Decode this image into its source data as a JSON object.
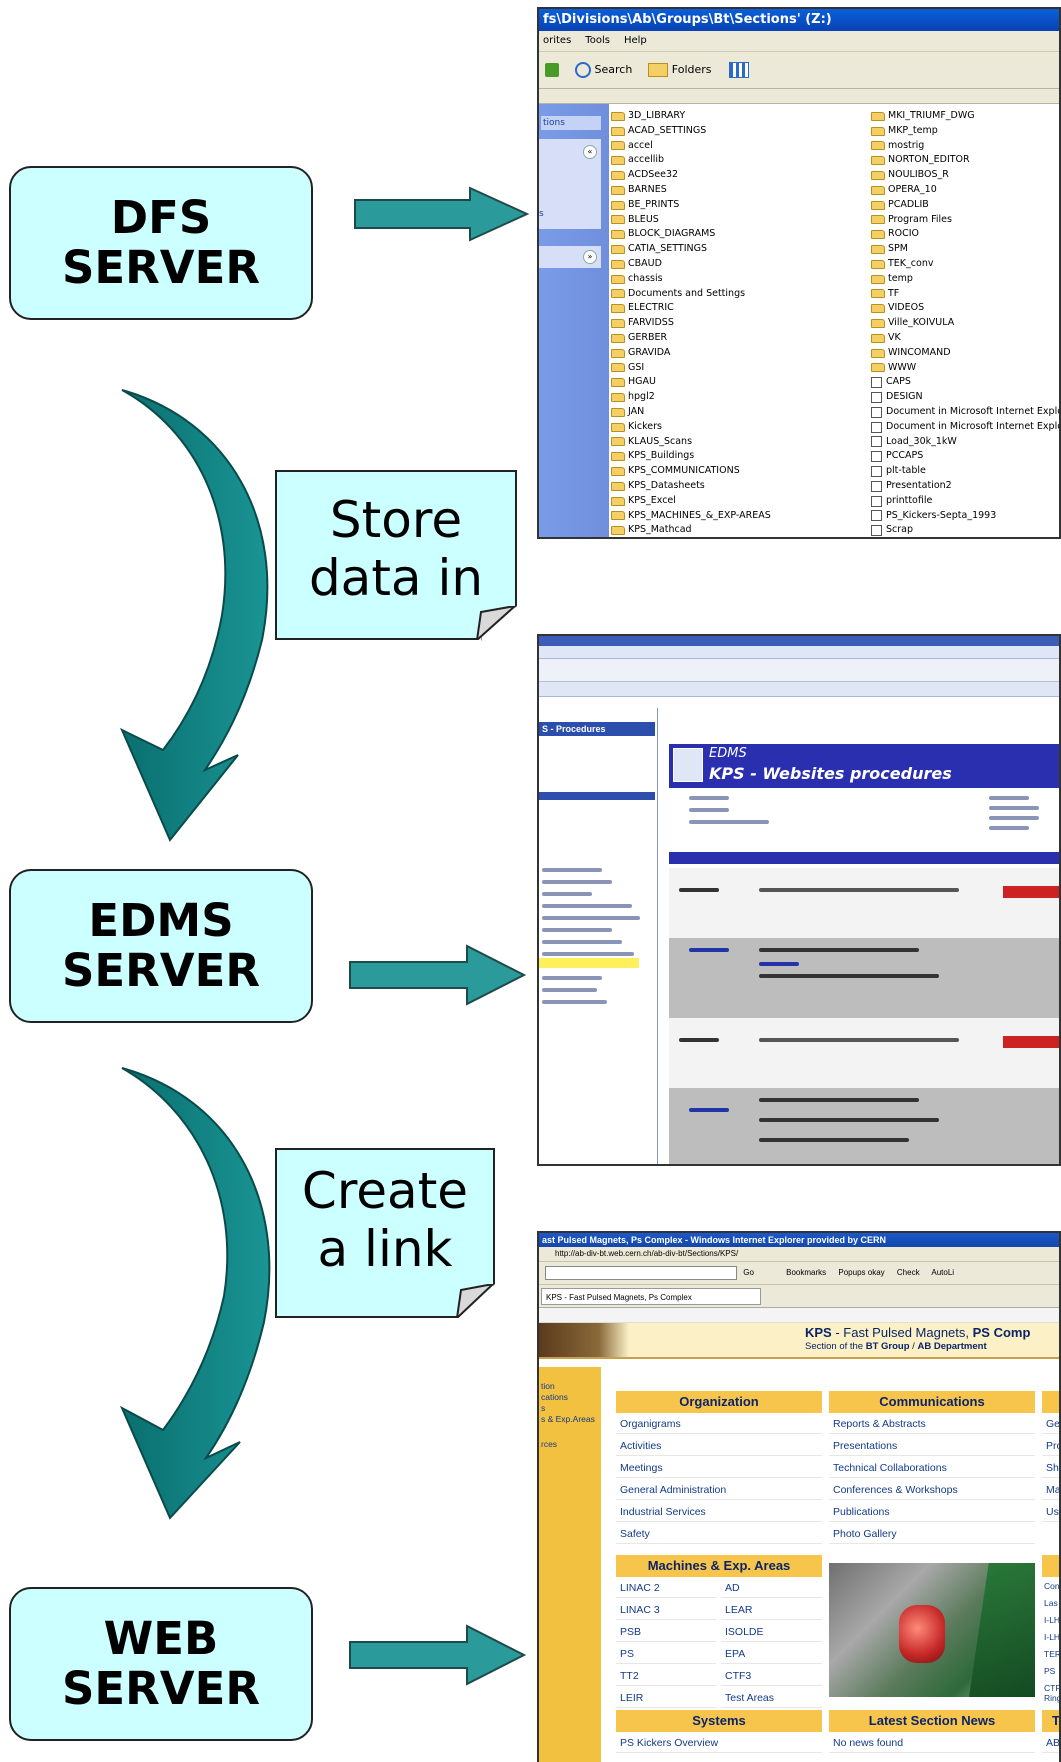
{
  "servers": {
    "dfs": {
      "line1": "DFS",
      "line2": "SERVER"
    },
    "edms": {
      "line1": "EDMS",
      "line2": "SERVER"
    },
    "web": {
      "line1": "WEB",
      "line2": "SERVER"
    }
  },
  "notes": {
    "store": {
      "line1": "Store",
      "line2": "data in"
    },
    "link": {
      "line1": "Create",
      "line2": "a link"
    }
  },
  "colors": {
    "box_fill": "#ccffff",
    "arrow_teal": "#2a9a9a",
    "curve_dark": "#0a6f6f"
  },
  "explorer": {
    "title": "fs\\Divisions\\Ab\\Groups\\Bt\\Sections' (Z:)",
    "menu": [
      "orites",
      "Tools",
      "Help"
    ],
    "toolbar": {
      "search": "Search",
      "folders": "Folders"
    },
    "side_label_1": "tions",
    "side_label_2": "s",
    "col1": [
      "3D_LIBRARY",
      "ACAD_SETTINGS",
      "accel",
      "accellib",
      "ACDSee32",
      "BARNES",
      "BE_PRINTS",
      "BLEUS",
      "BLOCK_DIAGRAMS",
      "CATIA_SETTINGS",
      "CBAUD",
      "chassis",
      "Documents and Settings",
      "ELECTRIC",
      "FARVIDSS",
      "GERBER",
      "GRAVIDA",
      "GSI",
      "HGAU",
      "hpgl2",
      "JAN",
      "Kickers",
      "KLAUS_Scans",
      "KPS_Buildings",
      "KPS_COMMUNICATIONS",
      "KPS_Datasheets",
      "KPS_Excel",
      "KPS_MACHINES_&_EXP-AREAS",
      "KPS_Mathcad"
    ],
    "col2": [
      "MKI_TRIUMF_DWG",
      "MKP_temp",
      "mostrig",
      "NORTON_EDITOR",
      "NOULIBOS_R",
      "OPERA_10",
      "PCADLIB",
      "Program Files",
      "ROCIO",
      "SPM",
      "TEK_conv",
      "temp",
      "TF",
      "VIDEOS",
      "Ville_KOIVULA",
      "VK",
      "WINCOMAND",
      "WWW",
      "CAPS",
      "DESIGN",
      "Document in Microsoft Internet Explore",
      "Document in Microsoft Internet Explore",
      "Load_30k_1kW",
      "PCCAPS",
      "plt-table",
      "Presentation2",
      "printtofile",
      "PS_Kickers-Septa_1993",
      "Scrap"
    ],
    "col2_folder_count": 18
  },
  "edms": {
    "banner_line1": "EDMS",
    "banner_line2": "KPS - Websites procedures",
    "left_title": "S - Procedures"
  },
  "web": {
    "title": "ast Pulsed Magnets, Ps Complex - Windows Internet Explorer provided by CERN",
    "url": "http://ab-div-bt.web.cern.ch/ab-div-bt/Sections/KPS/",
    "toolbar": {
      "go": "Go",
      "bookmarks": "Bookmarks",
      "popups": "Popups okay",
      "check": "Check",
      "autolink": "AutoLi"
    },
    "tab": "KPS - Fast Pulsed Magnets, Ps Complex",
    "banner": {
      "kps": "KPS",
      "dash": " - Fast Pulsed Magnets, ",
      "ps": "PS Comp",
      "sub_pre": "Section of the ",
      "bt": "BT Group",
      "slash": " / ",
      "ab": "AB Department"
    },
    "left_nav": [
      "tion",
      "cations",
      "s",
      "s & Exp.Areas",
      "rces"
    ],
    "organization": {
      "header": "Organization",
      "links": [
        "Organigrams",
        "Activities",
        "Meetings",
        "General Administration",
        "Industrial Services",
        "Safety"
      ]
    },
    "communications": {
      "header": "Communications",
      "links": [
        "Reports & Abstracts",
        "Presentations",
        "Technical Collaborations",
        "Conferences & Workshops",
        "Publications",
        "Photo Gallery"
      ]
    },
    "third_col": {
      "links": [
        "Gen",
        "Proj",
        "Shu",
        "Mac",
        "Use"
      ]
    },
    "machines": {
      "header": "Machines & Exp. Areas",
      "left": [
        "LINAC 2",
        "LINAC 3",
        "PSB",
        "PS",
        "TT2",
        "LEIR"
      ],
      "right": [
        "AD",
        "LEAR",
        "ISOLDE",
        "EPA",
        "CTF3",
        "Test Areas"
      ]
    },
    "third_col_lower": [
      "Con",
      "Las",
      "I-LH",
      "I-LH",
      "TER",
      "PS",
      "CTF",
      "Ring"
    ],
    "systems": {
      "header": "Systems",
      "link": "PS Kickers Overview"
    },
    "news": {
      "header": "Latest Section News",
      "link": "No news found"
    },
    "corner": {
      "header": "T",
      "link": "AB"
    }
  }
}
